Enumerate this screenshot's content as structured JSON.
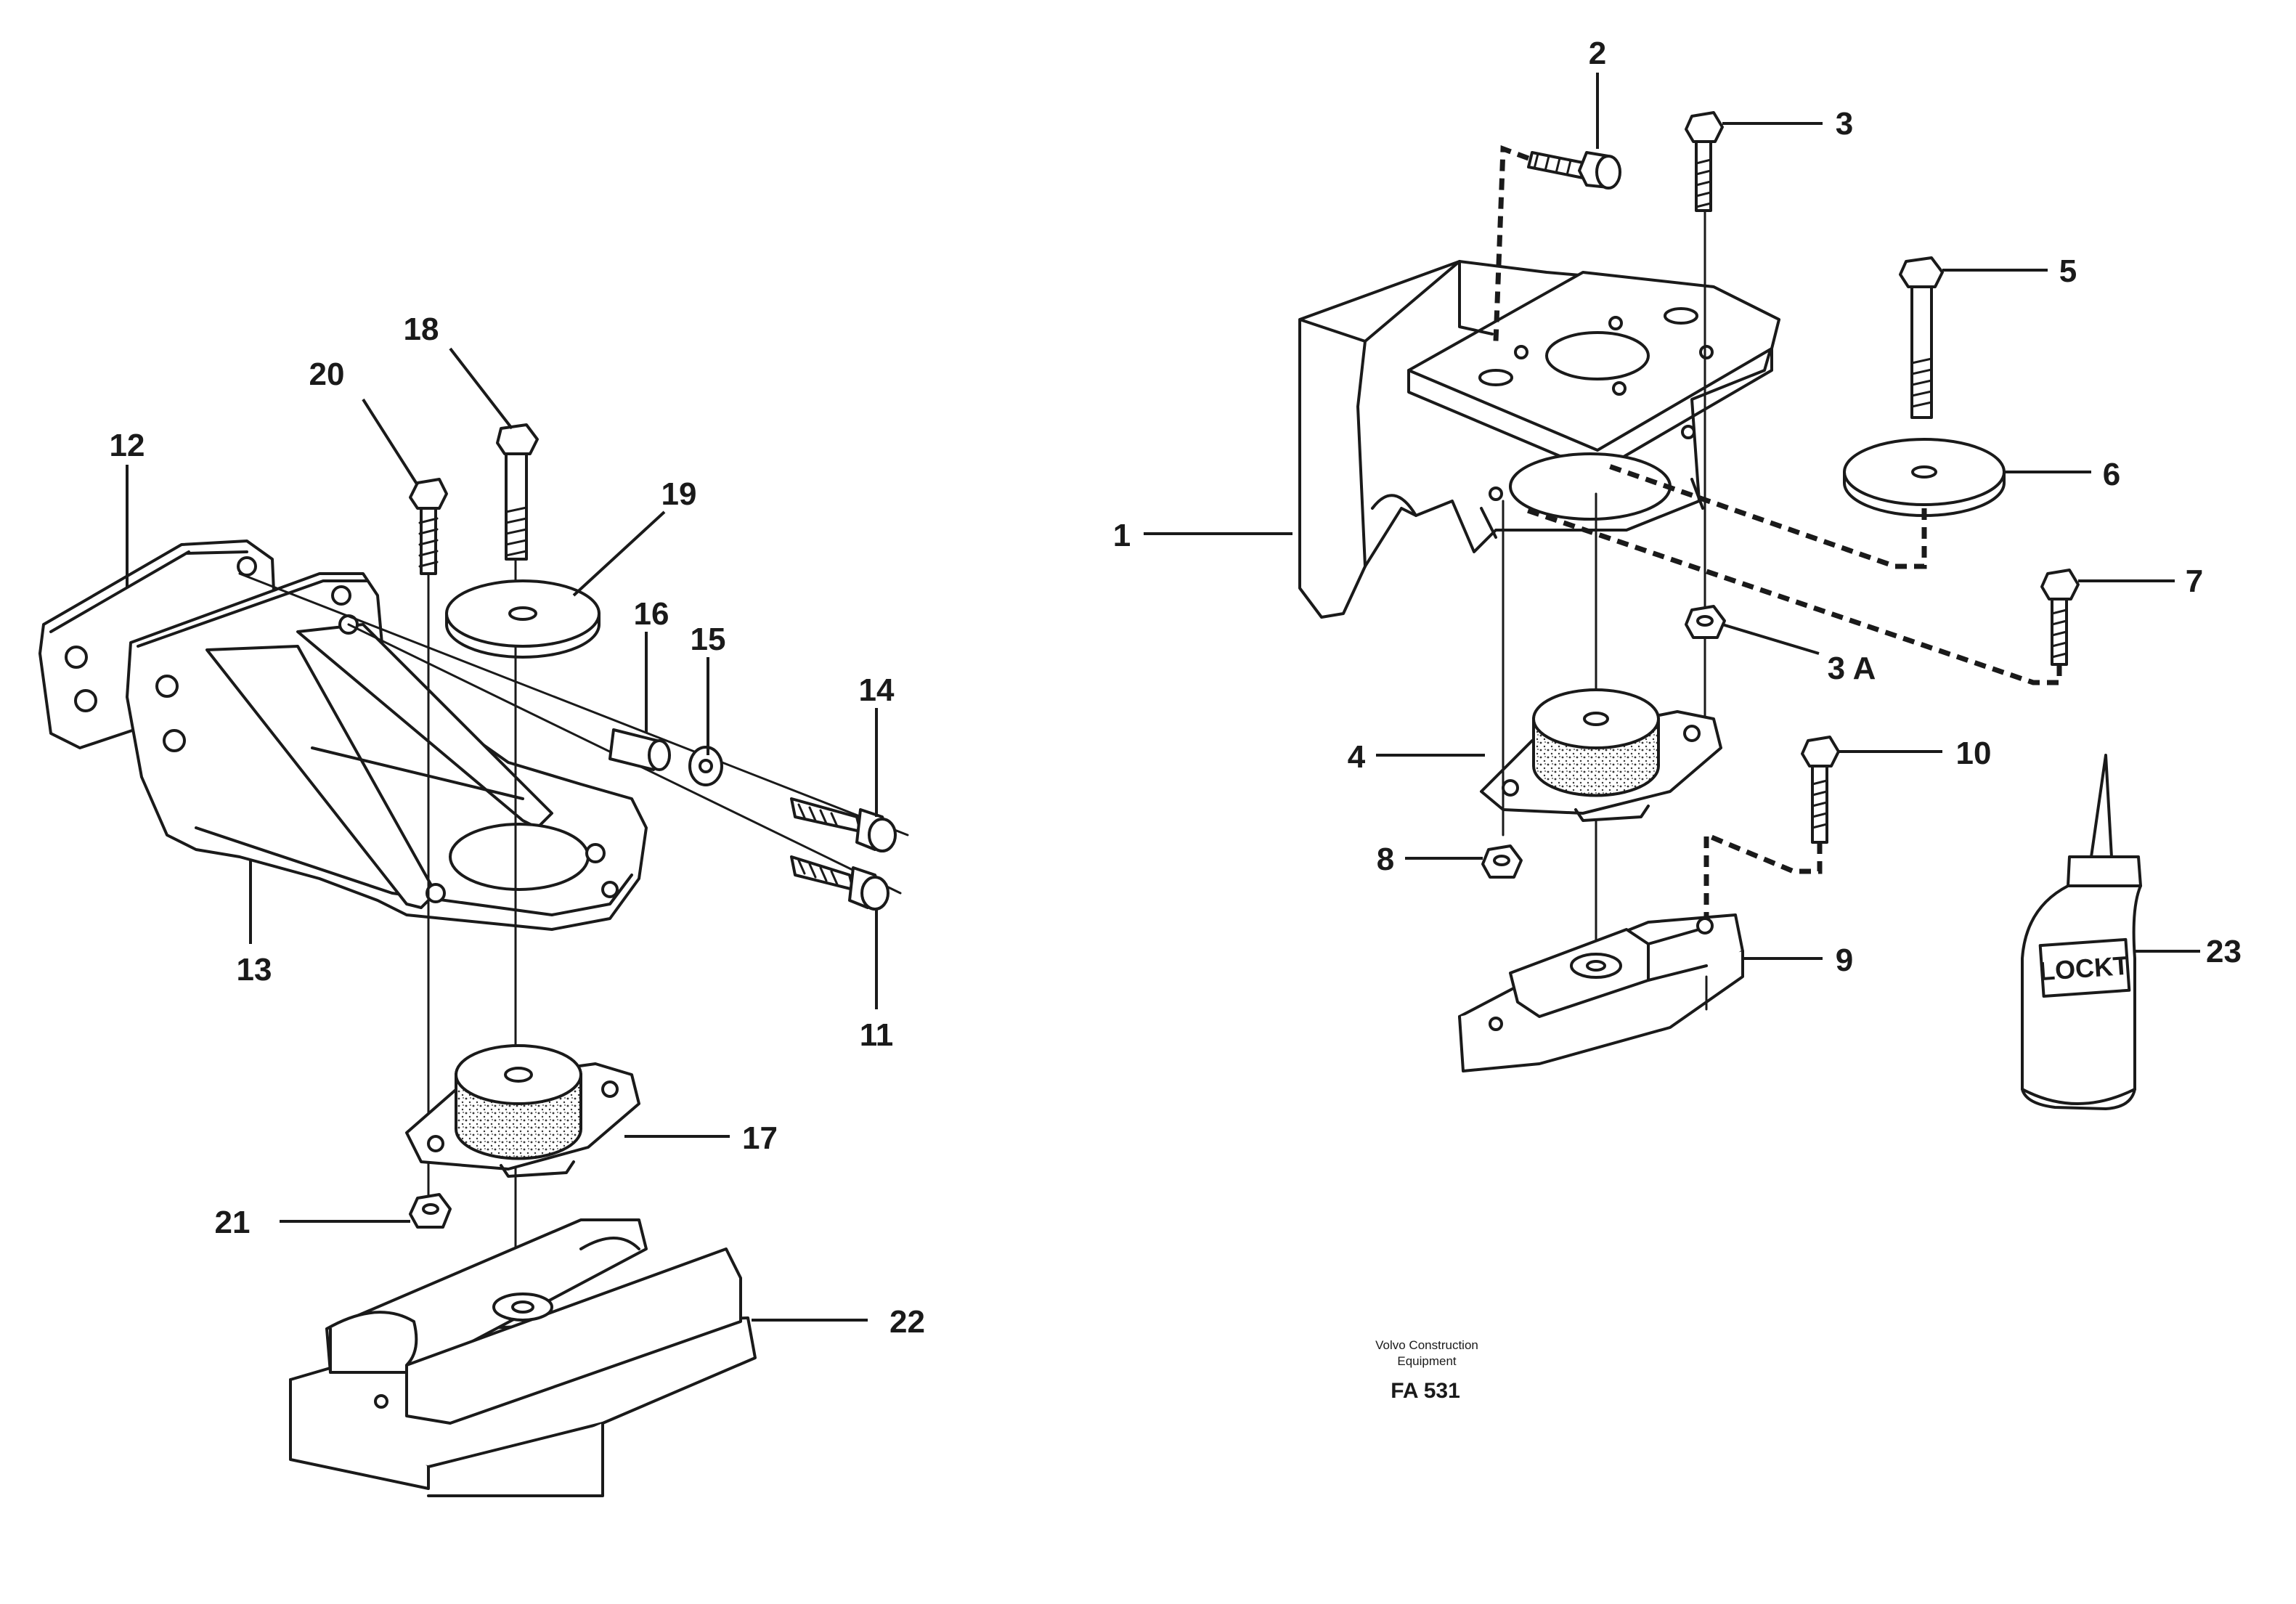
{
  "callouts": {
    "c1": "1",
    "c2": "2",
    "c3": "3",
    "c3a": "3 A",
    "c4": "4",
    "c5": "5",
    "c6": "6",
    "c7": "7",
    "c8": "8",
    "c9": "9",
    "c10": "10",
    "c11": "11",
    "c12": "12",
    "c13": "13",
    "c14": "14",
    "c15": "15",
    "c16": "16",
    "c17": "17",
    "c18": "18",
    "c19": "19",
    "c20": "20",
    "c21": "21",
    "c22": "22",
    "c23": "23"
  },
  "bottle_label": "LOCKT",
  "caption": {
    "company_line1": "Volvo Construction",
    "company_line2": "Equipment",
    "figure_code": "FA 531"
  }
}
